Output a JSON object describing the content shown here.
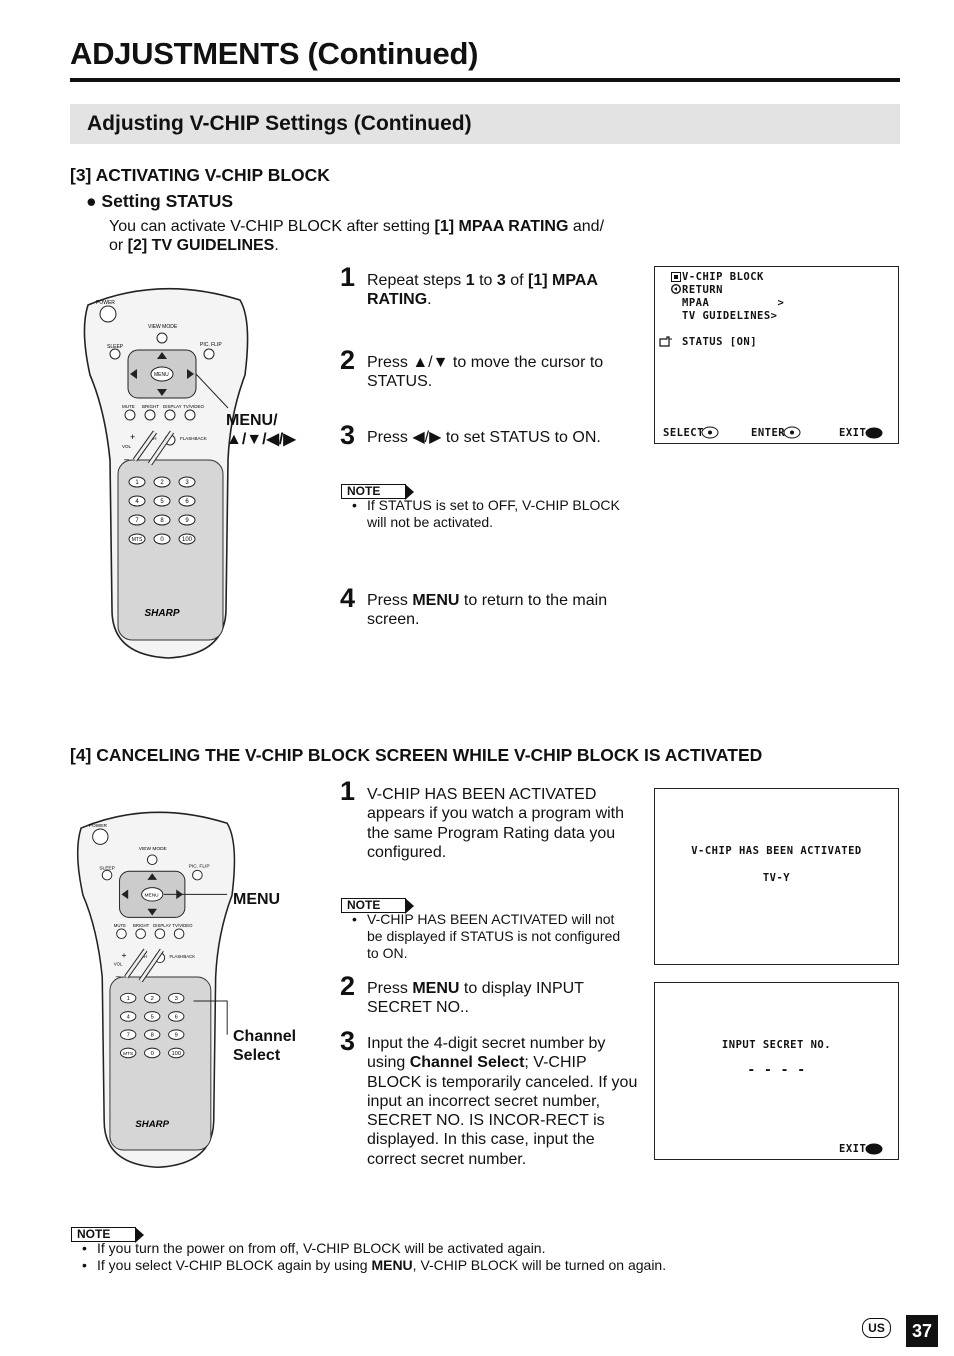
{
  "page": {
    "title": "ADJUSTMENTS (Continued)",
    "subtitle": "Adjusting V-CHIP Settings (Continued)",
    "page_number": "37",
    "region_badge": "US"
  },
  "section3": {
    "heading": "[3] ACTIVATING V-CHIP BLOCK",
    "subheading": "● Setting STATUS",
    "intro_pre": "You can activate V-CHIP BLOCK after setting ",
    "intro_b1": "[1] MPAA RATING",
    "intro_mid": " and/",
    "intro_line2_pre": "or ",
    "intro_b2": "[2] TV GUIDELINES",
    "intro_end": ".",
    "remote_label_line1": "MENU/",
    "remote_label_line2": "▲/▼/◀/▶",
    "steps": {
      "s1_num": "1",
      "s1_pre": "Repeat steps ",
      "s1_b1": "1",
      "s1_mid1": " to ",
      "s1_b2": "3",
      "s1_mid2": " of ",
      "s1_b3": "[1] MPAA RATING",
      "s1_end": ".",
      "s2_num": "2",
      "s2_text": "Press ▲/▼ to move the cursor to STATUS.",
      "s3_num": "3",
      "s3_text": "Press ◀/▶ to set STATUS to ON.",
      "s4_num": "4",
      "s4_pre": "Press ",
      "s4_b": "MENU",
      "s4_end": " to return to the main screen."
    },
    "note_label": "NOTE",
    "note_text": "If STATUS is set to OFF, V-CHIP BLOCK will not be activated.",
    "screen": {
      "line1": "V-CHIP BLOCK",
      "line2": "RETURN",
      "line3": "MPAA          >",
      "line4": "TV GUIDELINES>",
      "line5": "STATUS [ON]",
      "select": "SELECT",
      "enter": "ENTER",
      "exit": "EXIT"
    }
  },
  "section4": {
    "heading": "[4] CANCELING THE V-CHIP BLOCK SCREEN WHILE V-CHIP BLOCK IS ACTIVATED",
    "remote_label_menu": "MENU",
    "remote_label_ch1": "Channel",
    "remote_label_ch2": "Select",
    "steps": {
      "s1_num": "1",
      "s1_text": "V-CHIP HAS BEEN ACTIVATED appears if you watch a program with the same Program Rating data you configured.",
      "s2_num": "2",
      "s2_pre": "Press ",
      "s2_b": "MENU",
      "s2_end": " to display INPUT SECRET NO..",
      "s3_num": "3",
      "s3_pre": "Input the 4-digit secret number by using ",
      "s3_b": "Channel Select",
      "s3_end": "; V-CHIP BLOCK is temporarily canceled. If you input an incorrect secret number, SECRET NO. IS INCOR-RECT is displayed. In this case, input the correct secret number."
    },
    "note_label": "NOTE",
    "note_text": "V-CHIP HAS BEEN ACTIVATED will not be displayed if STATUS is not configured to ON.",
    "screen1": {
      "line1": "V-CHIP HAS BEEN ACTIVATED",
      "line2": "TV-Y"
    },
    "screen2": {
      "line1": "INPUT SECRET NO.",
      "line2": "- - - -",
      "exit": "EXIT"
    }
  },
  "bottom_note": {
    "label": "NOTE",
    "item1": "If you turn the power on from off, V-CHIP BLOCK will be activated again.",
    "item2_pre": "If you select V-CHIP BLOCK again by using ",
    "item2_b": "MENU",
    "item2_end": ", V-CHIP BLOCK will be turned on again."
  },
  "remote": {
    "power": "POWER",
    "view_mode": "VIEW MODE",
    "sleep": "SLEEP",
    "pic_flip": "PIC. FLIP",
    "menu": "MENU",
    "mute": "MUTE",
    "bright": "BRIGHT",
    "display": "DISPLAY",
    "tv_video": "TV/VIDEO",
    "flashback": "FLASHBACK",
    "vol": "VOL",
    "ch": "CH",
    "keys": [
      "1",
      "2",
      "3",
      "4",
      "5",
      "6",
      "7",
      "8",
      "9",
      "MTS",
      "0",
      "100"
    ],
    "brand": "SHARP"
  },
  "icon_names": [
    "pointer-hand-icon",
    "return-arrow-icon",
    "vchip-lock-icon",
    "remote-control-image",
    "note-arrow-icon",
    "menu-key-icon"
  ]
}
